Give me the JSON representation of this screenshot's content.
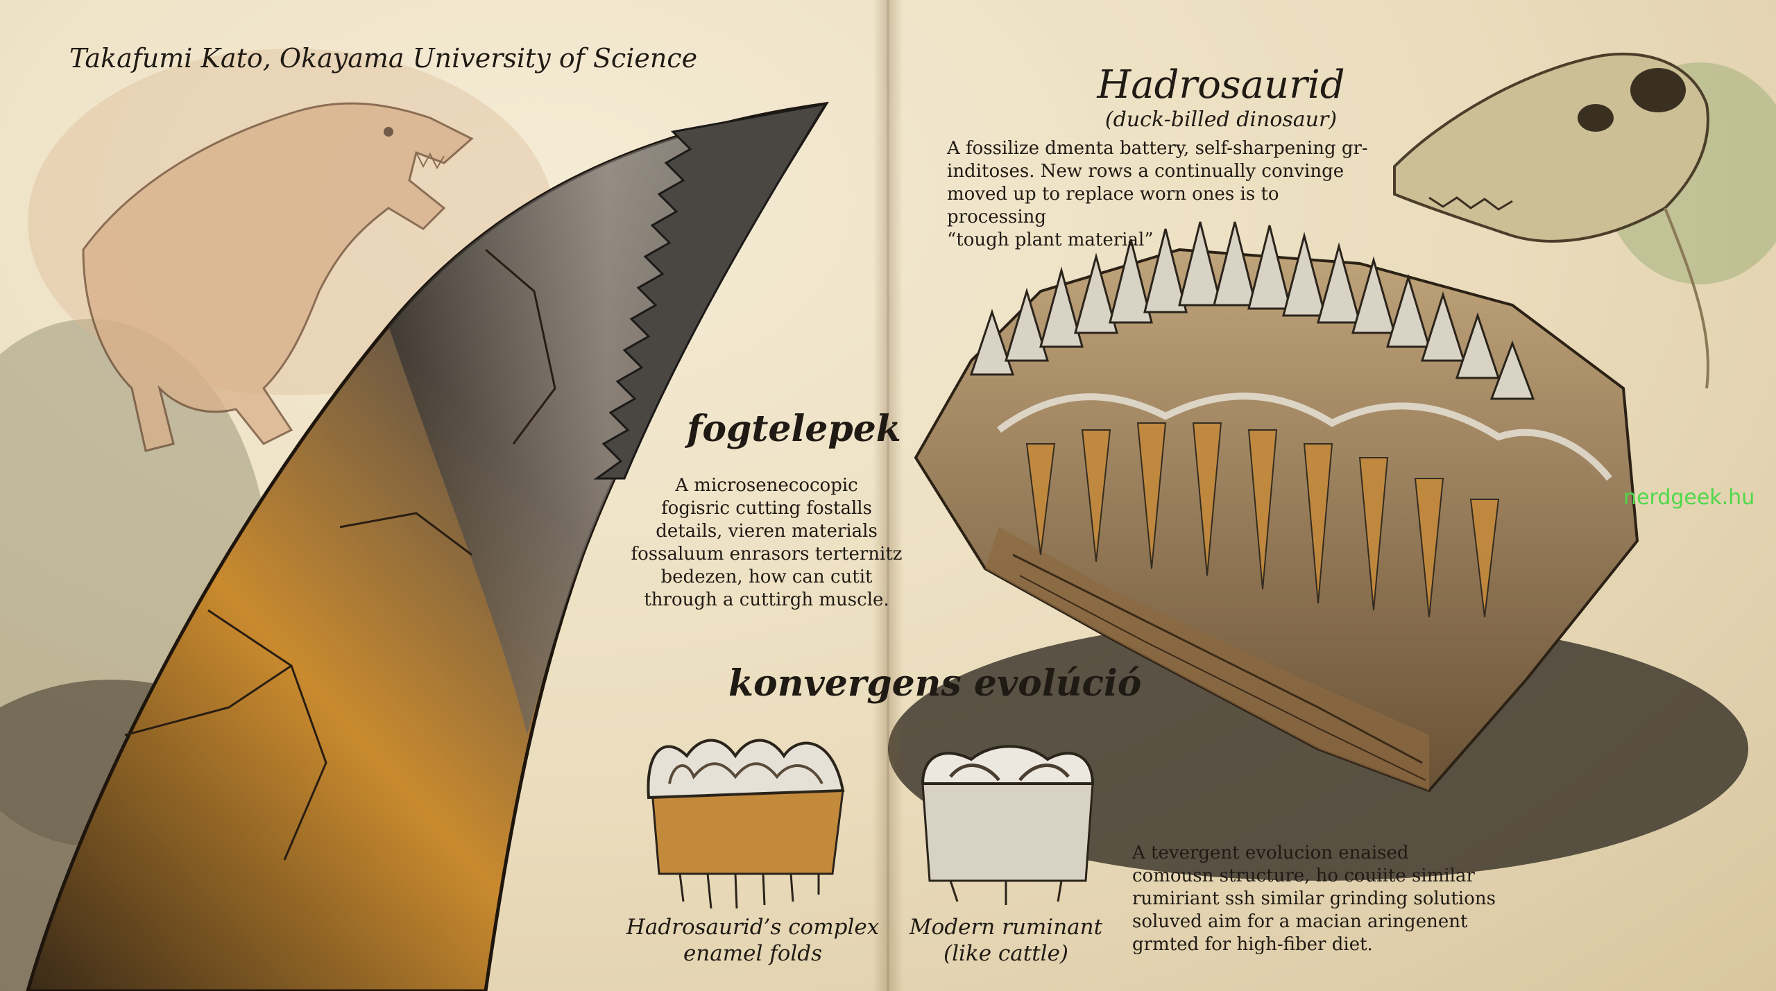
{
  "credit": "Takafumi Kato, Okayama University of Science",
  "hadrosaurid": {
    "title": "Hadrosaurid",
    "subtitle": "(duck-billed dinosaur)",
    "description": "A fossilize dmenta battery, self-sharpening gr-\ninditoses. New rows a continually convinge\nmoved up to replace worn ones is to processing\n“tough plant material”"
  },
  "fogtelepek": {
    "heading": "fogtelepek",
    "description": "A microsenecocopic\nfogisric cutting fostalls\ndetails, vieren materials\nfossaluum enrasors terternitz\nbedezen, how can cutit\nthrough a cuttirgh muscle."
  },
  "konvergens": {
    "heading": "konvergens evolúció",
    "caption_left": "Hadrosaurid’s complex\nenamel folds",
    "caption_right": "Modern ruminant\n(like cattle)",
    "description": "A tevergent evolucion enaised\ncomousn structure, ho couiite similar\nrumiriant ssh similar grinding solutions\nsoluved aim for a macian aringenent\ngrmted for high-fiber diet."
  },
  "watermark": "nerdgeek.hu",
  "colors": {
    "paper": "#efe3c8",
    "ink": "#1f1a14",
    "amber": "#c98a2e",
    "watermark": "#4fd84a"
  }
}
